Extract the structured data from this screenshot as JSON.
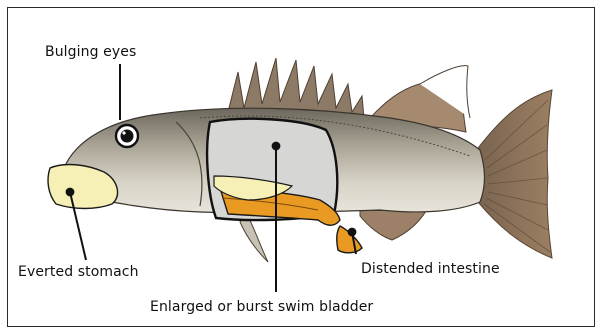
{
  "labels": {
    "eyes": "Bulging eyes",
    "stomach": "Everted stomach",
    "bladder": "Enlarged or burst swim bladder",
    "intestine": "Distended intestine"
  },
  "colors": {
    "fish_body": "#c9c3b4",
    "fish_back": "#6f6a5f",
    "fins": "#8a6e54",
    "bladder": "#d4d4d4",
    "stomach": "#f6efb6",
    "intestine": "#e89a22",
    "outline": "#1a1a1a"
  },
  "icons": [
    "fish-illustration",
    "eye-icon",
    "swim-bladder-shape",
    "stomach-shape",
    "intestine-shape"
  ]
}
